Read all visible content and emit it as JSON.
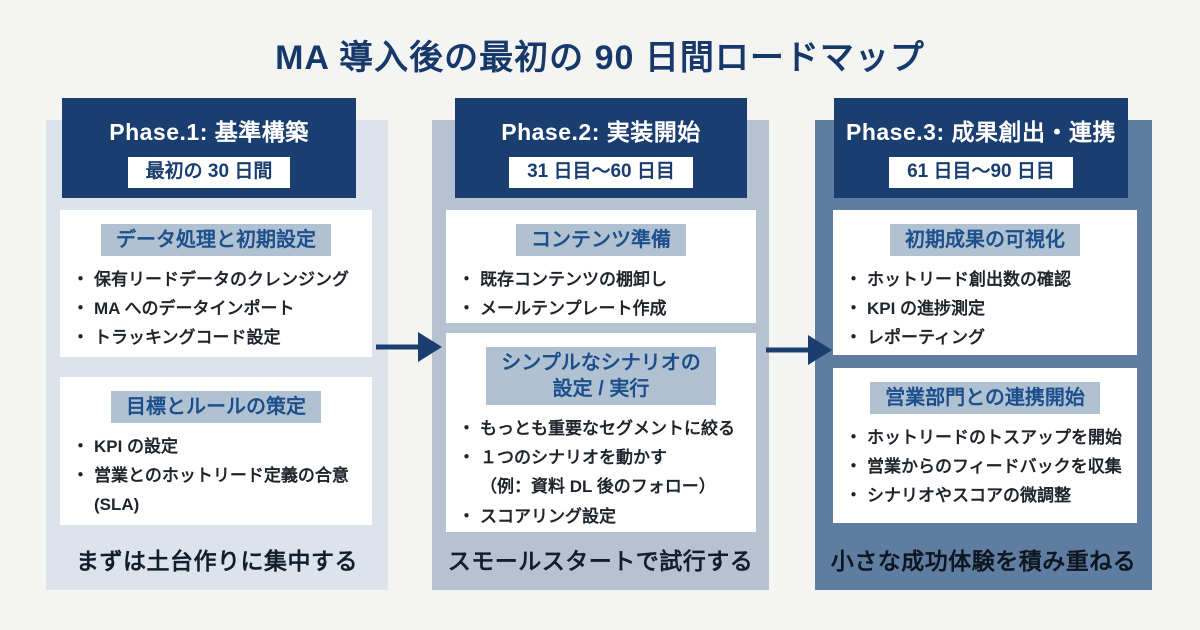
{
  "title": "MA 導入後の最初の 90 日間ロードマップ",
  "colors": {
    "navy": "#1a3e6f",
    "column1_bg": "#dce3eb",
    "column2_bg": "#b4c2d1",
    "column3_bg": "#5e7da0",
    "card_heading_bg": "#b0c2d2",
    "card_heading_text": "#1c4f8c",
    "page_bg": "#f4f5f3"
  },
  "phases": [
    {
      "name": "Phase.1: 基準構築",
      "period": "最初の 30 日間",
      "cards": [
        {
          "heading": "データ処理と初期設定",
          "items": [
            "保有リードデータのクレンジング",
            "MA へのデータインポート",
            "トラッキングコード設定"
          ]
        },
        {
          "heading": "目標とルールの策定",
          "items": [
            "KPI の設定",
            "営業とのホットリード定義の合意 (SLA)"
          ]
        }
      ],
      "summary": "まずは土台作りに集中する"
    },
    {
      "name": "Phase.2: 実装開始",
      "period": "31 日目〜60 日目",
      "cards": [
        {
          "heading": "コンテンツ準備",
          "items": [
            "既存コンテンツの棚卸し",
            "メールテンプレート作成"
          ]
        },
        {
          "heading": "シンプルなシナリオの\n設定 / 実行",
          "items": [
            "もっとも重要なセグメントに絞る",
            "１つのシナリオを動かす\n（例：資料 DL 後のフォロー）",
            "スコアリング設定"
          ]
        }
      ],
      "summary": "スモールスタートで試行する"
    },
    {
      "name": "Phase.3: 成果創出・連携",
      "period": "61 日目〜90 日目",
      "cards": [
        {
          "heading": "初期成果の可視化",
          "items": [
            "ホットリード創出数の確認",
            "KPI の進捗測定",
            "レポーティング"
          ]
        },
        {
          "heading": "営業部門との連携開始",
          "items": [
            "ホットリードのトスアップを開始",
            "営業からのフィードバックを収集",
            "シナリオやスコアの微調整"
          ]
        }
      ],
      "summary": "小さな成功体験を積み重ねる"
    }
  ]
}
